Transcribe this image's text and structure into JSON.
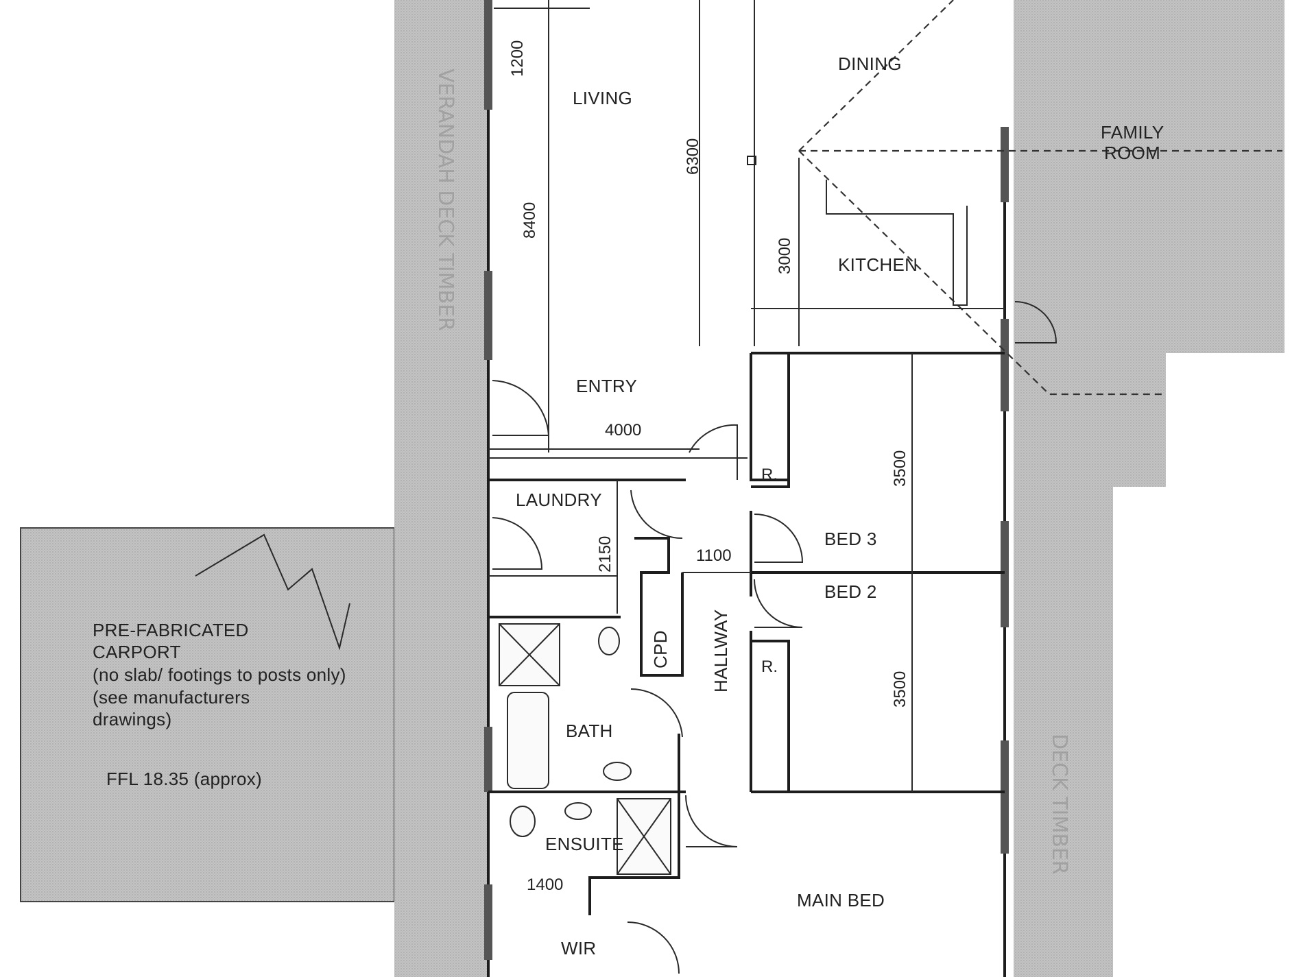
{
  "rooms": {
    "living": "LIVING",
    "dining": "DINING",
    "family_room_line1": "FAMILY",
    "family_room_line2": "ROOM",
    "kitchen": "KITCHEN",
    "entry": "ENTRY",
    "laundry": "LAUNDRY",
    "bed3": "BED 3",
    "bed2": "BED 2",
    "hallway": "HALLWAY",
    "cpd": "CPD",
    "bath": "BATH",
    "ensuite": "ENSUITE",
    "main_bed": "MAIN BED",
    "wir": "WIR",
    "robe_upper": "R.",
    "robe_lower": "R."
  },
  "carport": {
    "line1": "PRE-FABRICATED",
    "line2": "CARPORT",
    "line3": "(no slab/ footings to posts only)",
    "line4": "(see manufacturers",
    "line5": "drawings)",
    "ffl": "FFL 18.35 (approx)"
  },
  "dimensions": {
    "d1200": "1200",
    "d8400": "8400",
    "d6300": "6300",
    "d3000": "3000",
    "d4000": "4000",
    "d3500_upper": "3500",
    "d3500_lower": "3500",
    "d2150": "2150",
    "d1100": "1100",
    "d1400": "1400"
  },
  "deck": {
    "left_label": "VERANDAH DECK TIMBER",
    "right_label": "DECK TIMBER"
  },
  "colors": {
    "shade": "#b9b9b9",
    "wall": "#1d1d1d",
    "background": "#ffffff"
  }
}
